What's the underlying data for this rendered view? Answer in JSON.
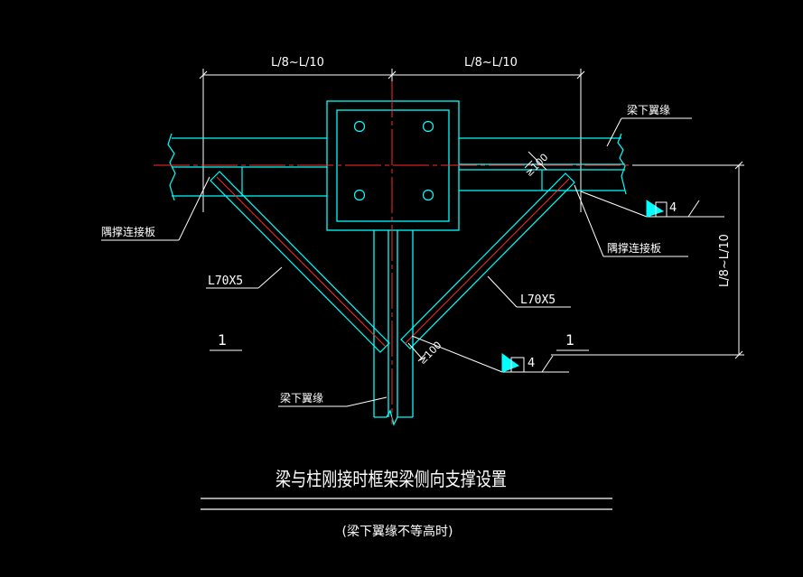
{
  "drawing": {
    "title": "梁与柱刚接时框架梁侧向支撑设置",
    "subtitle": "(梁下翼缘不等高时)",
    "dimensions": {
      "top_left": "L/8~L/10",
      "top_right": "L/8~L/10",
      "right_vertical": "L/8~L/10",
      "offset_upper": "≥100",
      "offset_lower": "≥100"
    },
    "labels": {
      "beam_flange_top": "梁下翼缘",
      "beam_flange_bottom": "梁下翼缘",
      "plate_left": "隅撑连接板",
      "plate_right": "隅撑连接板",
      "brace_left": "L70X5",
      "brace_right": "L70X5",
      "section_left": "1",
      "section_right": "1",
      "weld_upper": "4",
      "weld_lower": "4"
    },
    "colors": {
      "structure": "#00ffff",
      "leader": "#ffffff",
      "centerline": "#ff2a2a",
      "background": "#000000"
    }
  }
}
